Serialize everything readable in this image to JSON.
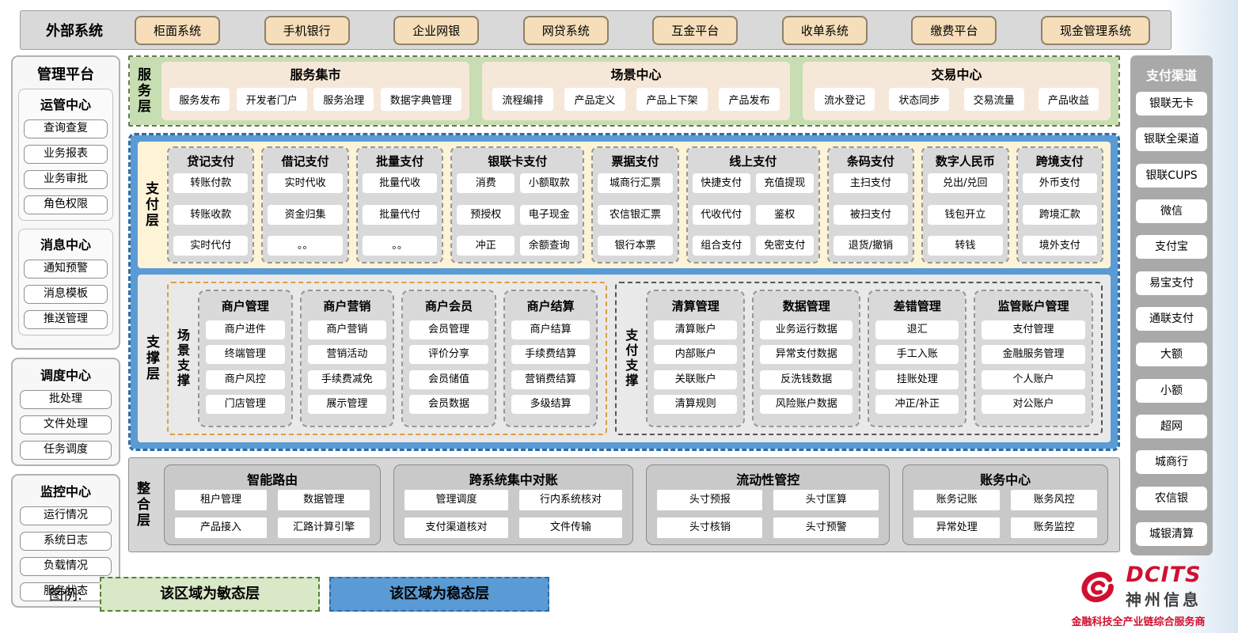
{
  "external_systems": {
    "label": "外部系统",
    "items": [
      "柜面系统",
      "手机银行",
      "企业网银",
      "网贷系统",
      "互金平台",
      "收单系统",
      "缴费平台",
      "现金管理系统"
    ]
  },
  "management_platform": {
    "title": "管理平台",
    "panels": [
      {
        "groups": [
          {
            "title": "运管中心",
            "items": [
              "查询查复",
              "业务报表",
              "业务审批",
              "角色权限"
            ]
          },
          {
            "title": "消息中心",
            "items": [
              "通知预警",
              "消息模板",
              "推送管理"
            ]
          }
        ]
      },
      {
        "groups": [
          {
            "title": "调度中心",
            "items": [
              "批处理",
              "文件处理",
              "任务调度"
            ]
          }
        ]
      },
      {
        "groups": [
          {
            "title": "监控中心",
            "items": [
              "运行情况",
              "系统日志",
              "负载情况",
              "服务状态"
            ]
          }
        ]
      }
    ]
  },
  "service_layer": {
    "label": "服务层",
    "groups": [
      {
        "title": "服务集市",
        "items": [
          "服务发布",
          "开发者门户",
          "服务治理",
          "数据字典管理"
        ]
      },
      {
        "title": "场景中心",
        "items": [
          "流程编排",
          "产品定义",
          "产品上下架",
          "产品发布"
        ]
      },
      {
        "title": "交易中心",
        "items": [
          "流水登记",
          "状态同步",
          "交易流量",
          "产品收益"
        ]
      }
    ]
  },
  "payment_layer": {
    "label": "支付层",
    "groups": [
      {
        "title": "贷记支付",
        "columns": [
          [
            "转账付款",
            "转账收款",
            "实时代付"
          ]
        ]
      },
      {
        "title": "借记支付",
        "columns": [
          [
            "实时代收",
            "资金归集",
            "。。"
          ]
        ]
      },
      {
        "title": "批量支付",
        "columns": [
          [
            "批量代收",
            "批量代付",
            "。。"
          ]
        ]
      },
      {
        "title": "银联卡支付",
        "columns": [
          [
            "消费",
            "预授权",
            "冲正"
          ],
          [
            "小额取款",
            "电子现金",
            "余额查询"
          ]
        ]
      },
      {
        "title": "票据支付",
        "columns": [
          [
            "城商行汇票",
            "农信银汇票",
            "银行本票"
          ]
        ]
      },
      {
        "title": "线上支付",
        "columns": [
          [
            "快捷支付",
            "代收代付",
            "组合支付"
          ],
          [
            "充值提现",
            "鉴权",
            "免密支付"
          ]
        ]
      },
      {
        "title": "条码支付",
        "columns": [
          [
            "主扫支付",
            "被扫支付",
            "退货/撤销"
          ]
        ]
      },
      {
        "title": "数字人民币",
        "columns": [
          [
            "兑出/兑回",
            "钱包开立",
            "转钱"
          ]
        ]
      },
      {
        "title": "跨境支付",
        "columns": [
          [
            "外币支付",
            "跨境汇款",
            "境外支付"
          ]
        ]
      }
    ]
  },
  "support_layer": {
    "label": "支撑层",
    "sections": [
      {
        "label": "场景支撑",
        "groups": [
          {
            "title": "商户管理",
            "items": [
              "商户进件",
              "终端管理",
              "商户风控",
              "门店管理"
            ]
          },
          {
            "title": "商户营销",
            "items": [
              "商户营销",
              "营销活动",
              "手续费减免",
              "展示管理"
            ]
          },
          {
            "title": "商户会员",
            "items": [
              "会员管理",
              "评价分享",
              "会员储值",
              "会员数据"
            ]
          },
          {
            "title": "商户结算",
            "items": [
              "商户结算",
              "手续费结算",
              "营销费结算",
              "多级结算"
            ]
          }
        ]
      },
      {
        "label": "支付支撑",
        "groups": [
          {
            "title": "清算管理",
            "items": [
              "清算账户",
              "内部账户",
              "关联账户",
              "清算规则"
            ]
          },
          {
            "title": "数据管理",
            "items": [
              "业务运行数据",
              "异常支付数据",
              "反洗钱数据",
              "风险账户数据"
            ]
          },
          {
            "title": "差错管理",
            "items": [
              "退汇",
              "手工入账",
              "挂账处理",
              "冲正/补正"
            ]
          },
          {
            "title": "监管账户管理",
            "items": [
              "支付管理",
              "金融服务管理",
              "个人账户",
              "对公账户"
            ]
          }
        ]
      }
    ]
  },
  "integration_layer": {
    "label": "整合层",
    "groups": [
      {
        "title": "智能路由",
        "items": [
          "租户管理",
          "数据管理",
          "产品接入",
          "汇路计算引擎"
        ]
      },
      {
        "title": "跨系统集中对账",
        "items": [
          "管理调度",
          "行内系统核对",
          "支付渠道核对",
          "文件传输"
        ]
      },
      {
        "title": "流动性管控",
        "items": [
          "头寸预报",
          "头寸匡算",
          "头寸核销",
          "头寸预警"
        ]
      },
      {
        "title": "账务中心",
        "items": [
          "账务记账",
          "账务风控",
          "异常处理",
          "账务监控"
        ]
      }
    ]
  },
  "payment_channels": {
    "title": "支付渠道",
    "items": [
      "银联无卡",
      "银联全渠道",
      "银联CUPS",
      "微信",
      "支付宝",
      "易宝支付",
      "通联支付",
      "大额",
      "小额",
      "超网",
      "城商行",
      "农信银",
      "城银清算"
    ]
  },
  "legend": {
    "label": "图例:",
    "items": [
      {
        "text": "该区域为敏态层",
        "fill": "#d9e8c6",
        "border": "#538135"
      },
      {
        "text": "该区域为稳态层",
        "fill": "#5b9bd5",
        "border": "#2e6da4"
      }
    ]
  },
  "logo": {
    "name": "DCITS",
    "company": "神州信息",
    "tagline": "金融科技全产业链综合服务商",
    "icon": "dcits-swirl-icon",
    "color": "#d01030"
  },
  "colors": {
    "stable_blue": "#5b9bd5",
    "stable_blue_border": "#2e6da4",
    "agile_green": "#c6deb2",
    "payment_cream": "#fdf3d7",
    "external_tan": "#f6deba",
    "panel_gray": "#d9d9d9",
    "logo_red": "#d01030"
  }
}
